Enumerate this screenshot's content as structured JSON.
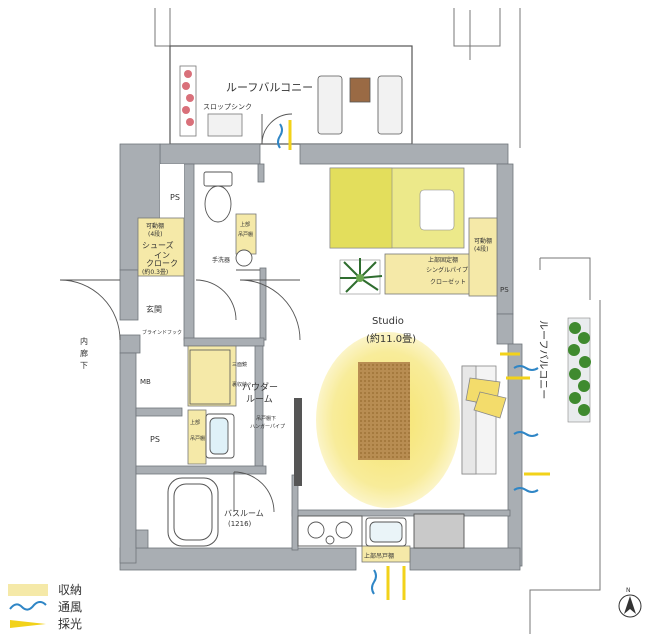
{
  "rooms": {
    "roof_balcony_top": "ルーフバルコニー",
    "slop_sink": "スロップシンク",
    "ps_top": "PS",
    "shelf_left_1": "可動棚",
    "shelf_left_2": "(4段)",
    "shoes_1": "シューズ",
    "shoes_2": "イン",
    "shoes_3": "クローク",
    "shoes_4": "(約0.3畳)",
    "upper_shelf_1": "上部",
    "upper_shelf_2": "吊戸棚",
    "hand_wash": "手洗器",
    "entrance": "玄関",
    "blind_hook": "ブラインドフック",
    "corridor_1": "内",
    "corridor_2": "廊",
    "corridor_3": "下",
    "mb": "MB",
    "ps_left": "PS",
    "powder_1": "パウダー",
    "powder_2": "ルーム",
    "three_side_1": "三面鏡",
    "three_side_2": "裏収納",
    "upper_cab_1": "上部",
    "upper_cab_2": "吊戸棚",
    "hanger_1": "吊戸棚下",
    "hanger_2": "ハンガーパイプ",
    "bath_1": "バスルーム",
    "bath_2": "(1216)",
    "studio_1": "Studio",
    "studio_2": "(約11.0畳)",
    "closet_1": "上部固定棚",
    "closet_2": "シングルパイプ",
    "closet_3": "クローゼット",
    "shelf_right_1": "可動棚",
    "shelf_right_2": "(4段)",
    "ps_right": "PS",
    "roof_balcony_right": "ルーフバルコニー",
    "kitchen_cab": "上部吊戸棚"
  },
  "legend": [
    {
      "label": "収納",
      "color": "#f5e9a8"
    },
    {
      "label": "通風",
      "color": "#2f86c6"
    },
    {
      "label": "採光",
      "color": "#f2d21a"
    }
  ],
  "compass": "N",
  "colors": {
    "wall": "#a9aeb3",
    "storage": "#f5e9a8",
    "bed": "#ece98a",
    "rug": "#b8894a",
    "glow": "#f7e886",
    "wind": "#2f86c6",
    "light": "#f2d21a"
  }
}
